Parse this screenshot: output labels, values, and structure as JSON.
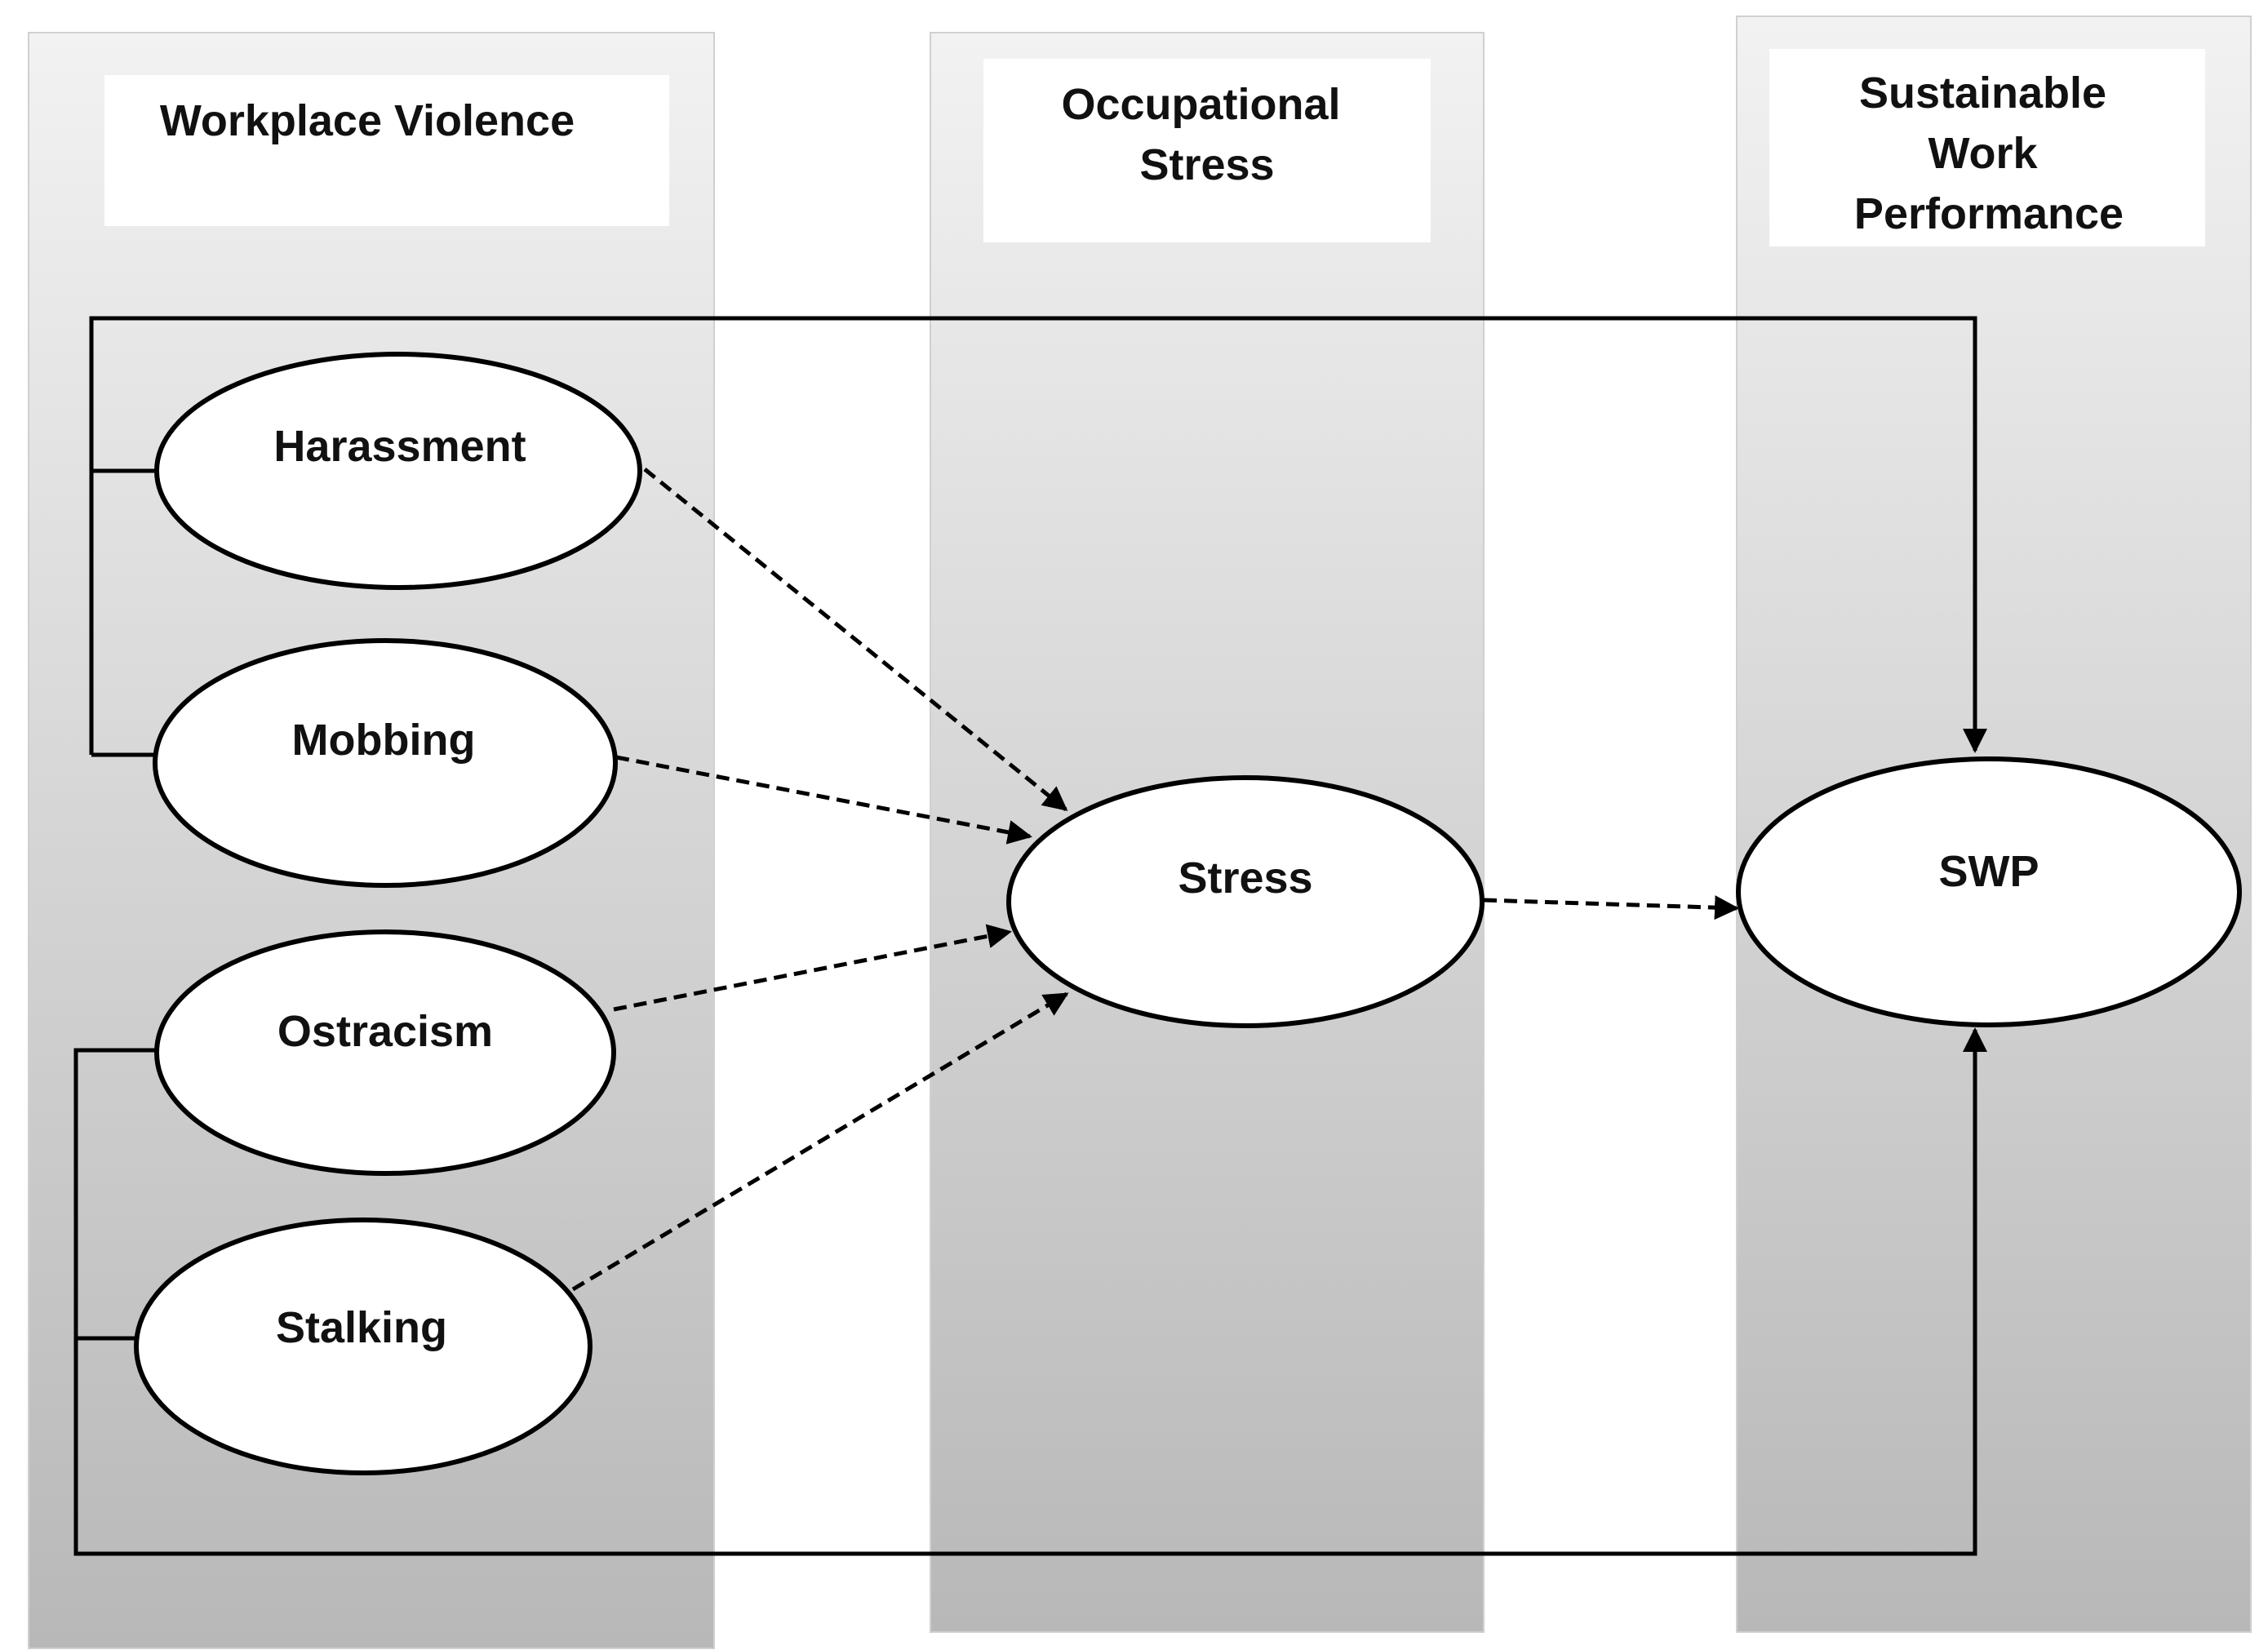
{
  "columns": [
    {
      "id": "workplace-violence",
      "title_lines": [
        "Workplace Violence"
      ]
    },
    {
      "id": "occupational-stress",
      "title_lines": [
        "Occupational",
        "Stress"
      ]
    },
    {
      "id": "sustainable-work-performance",
      "title_lines": [
        "Sustainable",
        "Work",
        "Performance"
      ]
    }
  ],
  "nodes": {
    "harassment": "Harassment",
    "mobbing": "Mobbing",
    "ostracism": "Ostracism",
    "stalking": "Stalking",
    "stress": "Stress",
    "swp": "SWP"
  },
  "colors": {
    "panel_top": "#f2f2f2",
    "panel_bottom": "#b8b8b8",
    "title_box": "#ffffff",
    "stroke": "#000000"
  }
}
